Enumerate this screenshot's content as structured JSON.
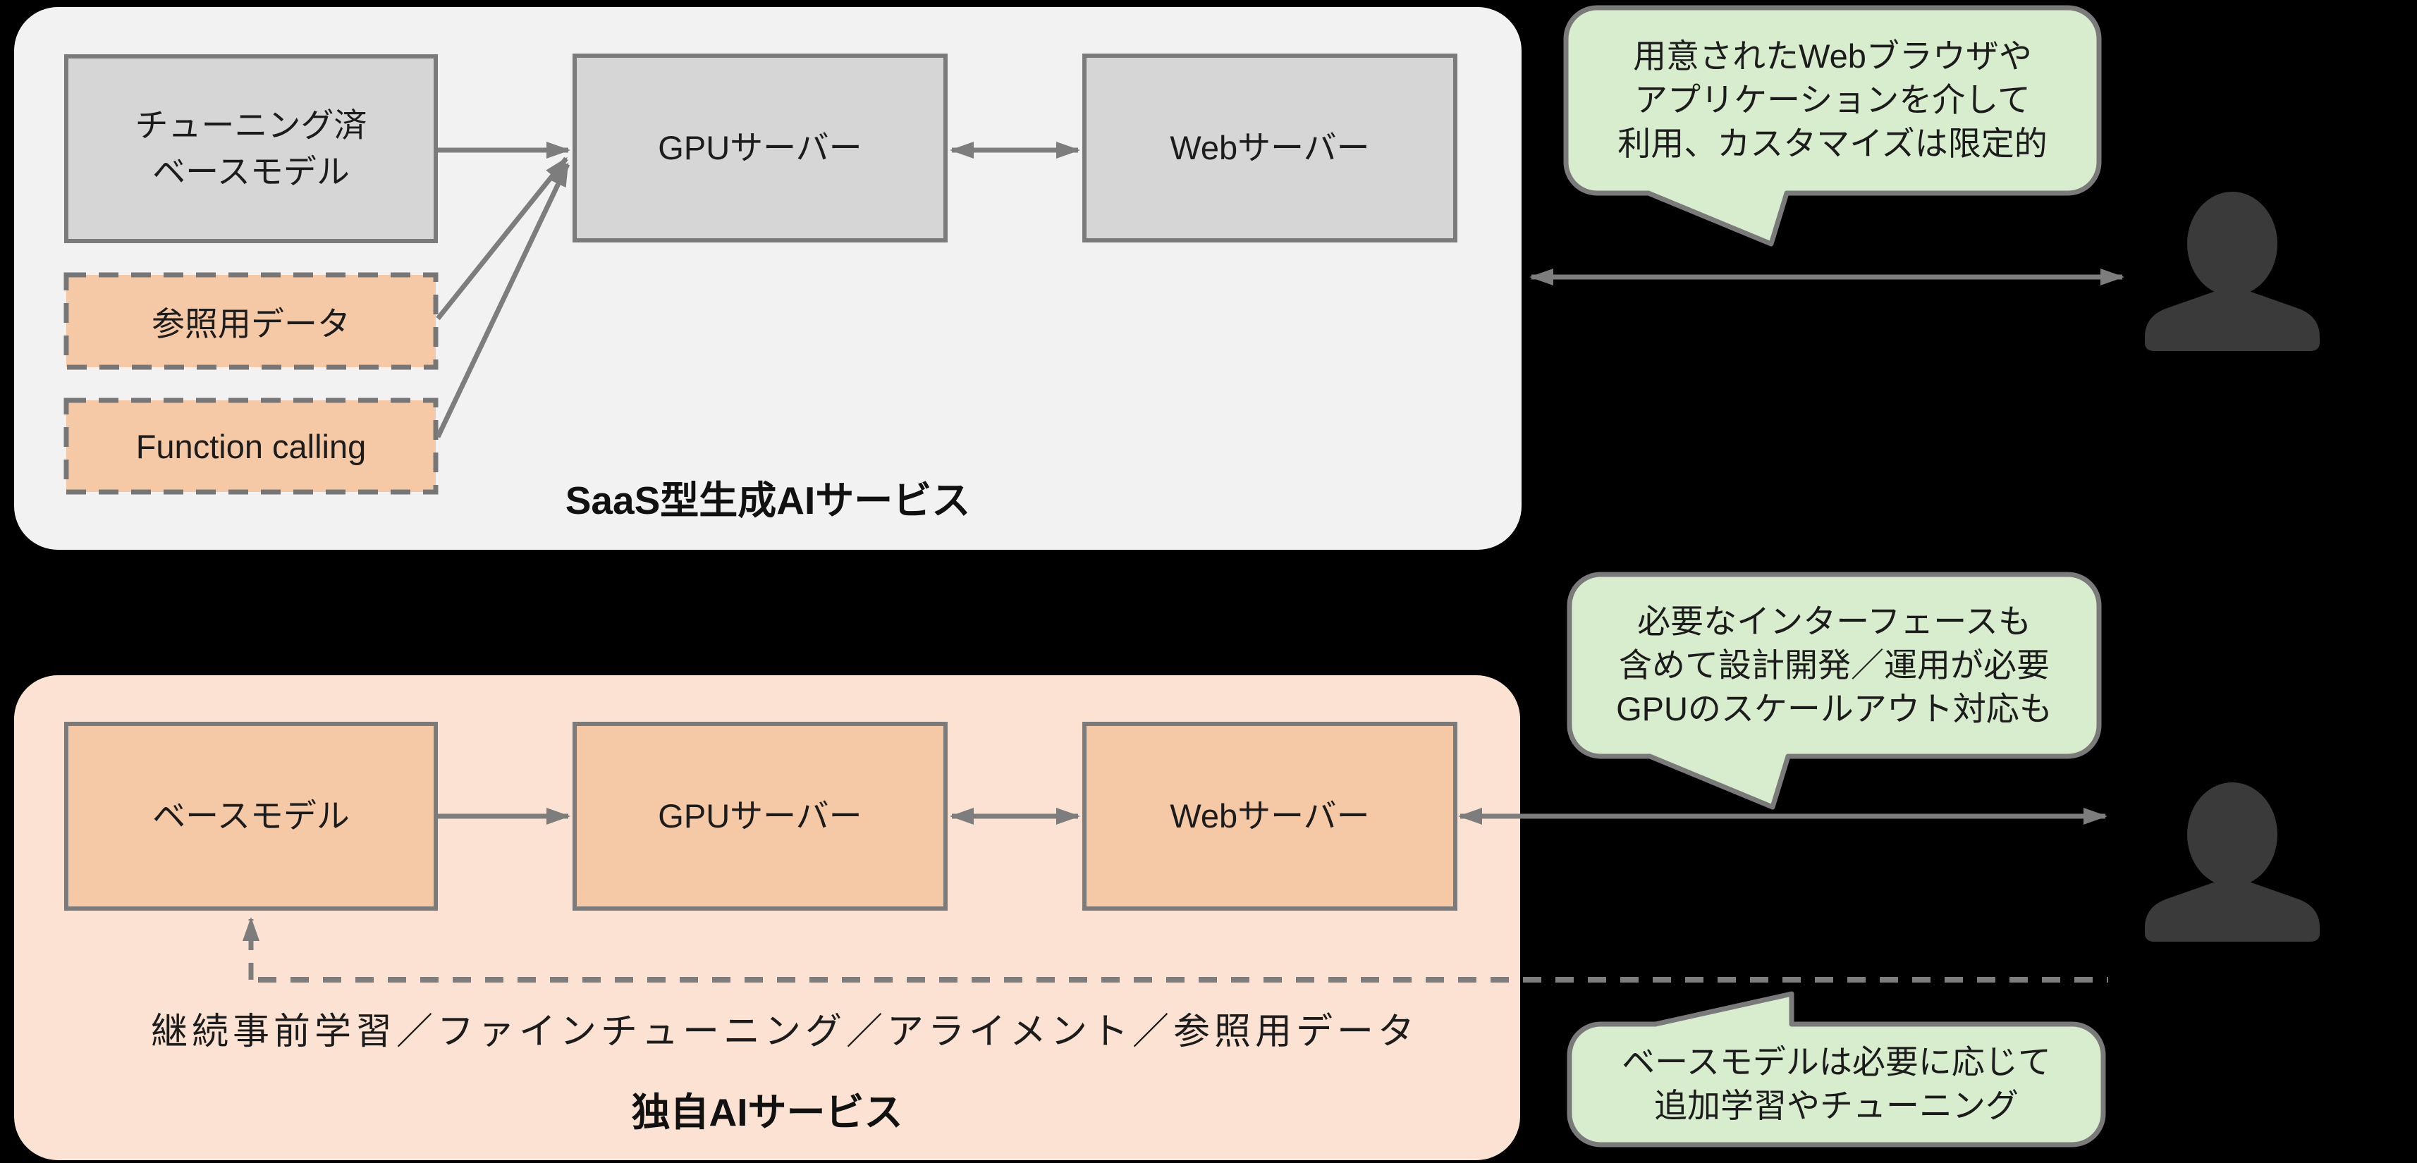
{
  "saas_section": {
    "label": "SaaS型生成AIサービス",
    "boxes": {
      "tuned_model_line1": "チューニング済",
      "tuned_model_line2": "ベースモデル",
      "reference_data": "参照用データ",
      "function_calling": "Function calling",
      "gpu_server": "GPUサーバー",
      "web_server": "Webサーバー"
    }
  },
  "own_section": {
    "label": "独自AIサービス",
    "boxes": {
      "base_model": "ベースモデル",
      "gpu_server": "GPUサーバー",
      "web_server": "Webサーバー"
    },
    "training_note": "継続事前学習／ファインチューニング／アライメント／参照用データ"
  },
  "callouts": [
    {
      "lines": [
        "用意されたWebブラウザや",
        "アプリケーションを介して",
        "利用、カスタマイズは限定的"
      ]
    },
    {
      "lines": [
        "必要なインターフェースも",
        "含めて設計開発／運用が必要",
        "GPUのスケールアウト対応も"
      ]
    },
    {
      "lines": [
        "ベースモデルは必要に応じて",
        "追加学習やチューニング"
      ]
    }
  ],
  "colors": {
    "background": "#000000",
    "saas_container": "#f2f2f2",
    "own_container": "#fbe2d2",
    "gray_box": "#d6d6d6",
    "peach_box": "#f6c9a6",
    "callout_green": "#d8ecce",
    "border_gray": "#7b7b7b",
    "arrow_gray": "#7d7d7d",
    "person_dark": "#3a3a3a"
  }
}
